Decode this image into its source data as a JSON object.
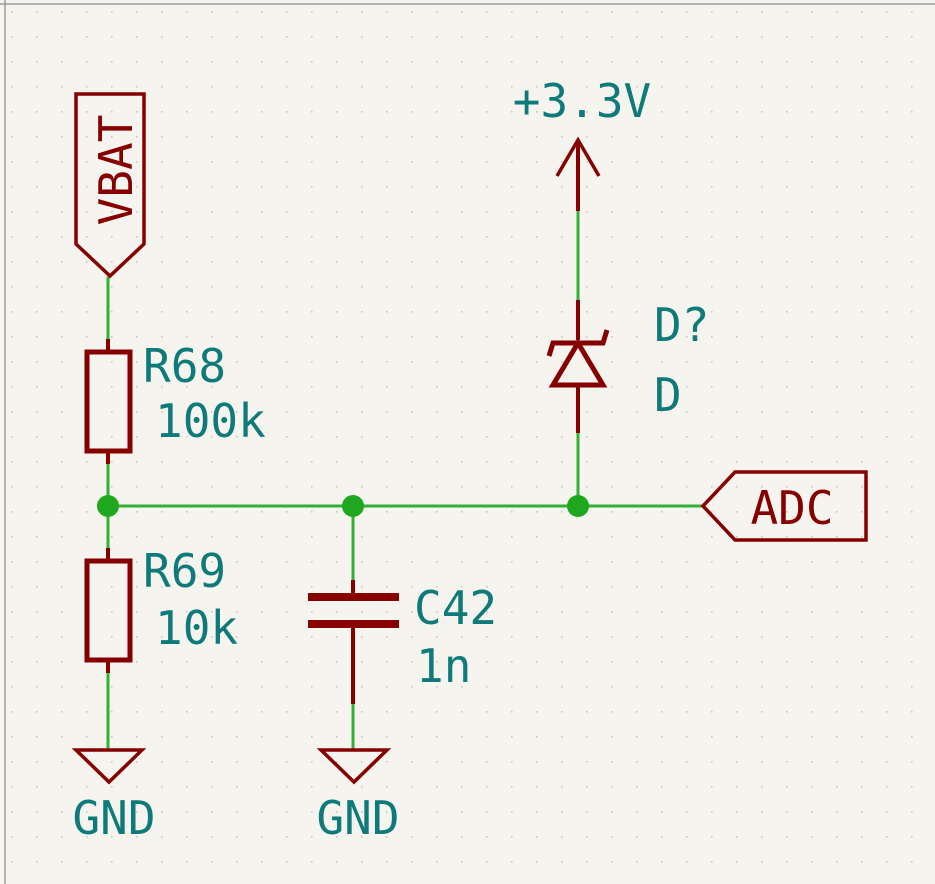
{
  "colors": {
    "background": "#f5f4ef",
    "grid_dot": "#c9c8c3",
    "frame": "#8a8a8a",
    "wire": "#33b033",
    "junction": "#1fa81f",
    "symbol": "#860000",
    "reference_text": "#0f7a7a",
    "label_text": "#860000"
  },
  "labels": {
    "vbat": "VBAT",
    "adc": "ADC",
    "power_33v": "+3.3V",
    "gnd_left": "GND",
    "gnd_mid": "GND"
  },
  "components": {
    "r68": {
      "ref": "R68",
      "value": "100k"
    },
    "r69": {
      "ref": "R69",
      "value": "10k"
    },
    "c42": {
      "ref": "C42",
      "value": "1n"
    },
    "d1": {
      "ref": "D?",
      "value": "D"
    }
  }
}
